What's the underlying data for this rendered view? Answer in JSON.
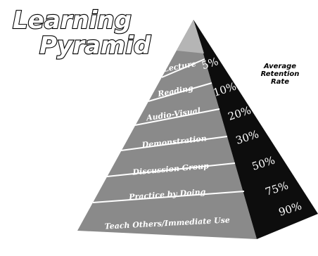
{
  "title": {
    "line1": "Learning",
    "line2": "Pyramid"
  },
  "side_note": {
    "line1": "Average",
    "line2": "Retention",
    "line3": "Rate"
  },
  "layers": [
    {
      "label": "Lecture",
      "percent": "5%"
    },
    {
      "label": "Reading",
      "percent": "10%"
    },
    {
      "label": "Audio-Visual",
      "percent": "20%"
    },
    {
      "label": "Demonstration",
      "percent": "30%"
    },
    {
      "label": "Discussion Group",
      "percent": "50%"
    },
    {
      "label": "Practice by Doing",
      "percent": "75%"
    },
    {
      "label": "Teach Others/Immediate Use",
      "percent": "90%"
    }
  ],
  "colors": {
    "front_face": "#8a8a8a",
    "side_face": "#0d0d0d",
    "apex_cap": "#b5b5b5",
    "divider": "#ffffff"
  }
}
